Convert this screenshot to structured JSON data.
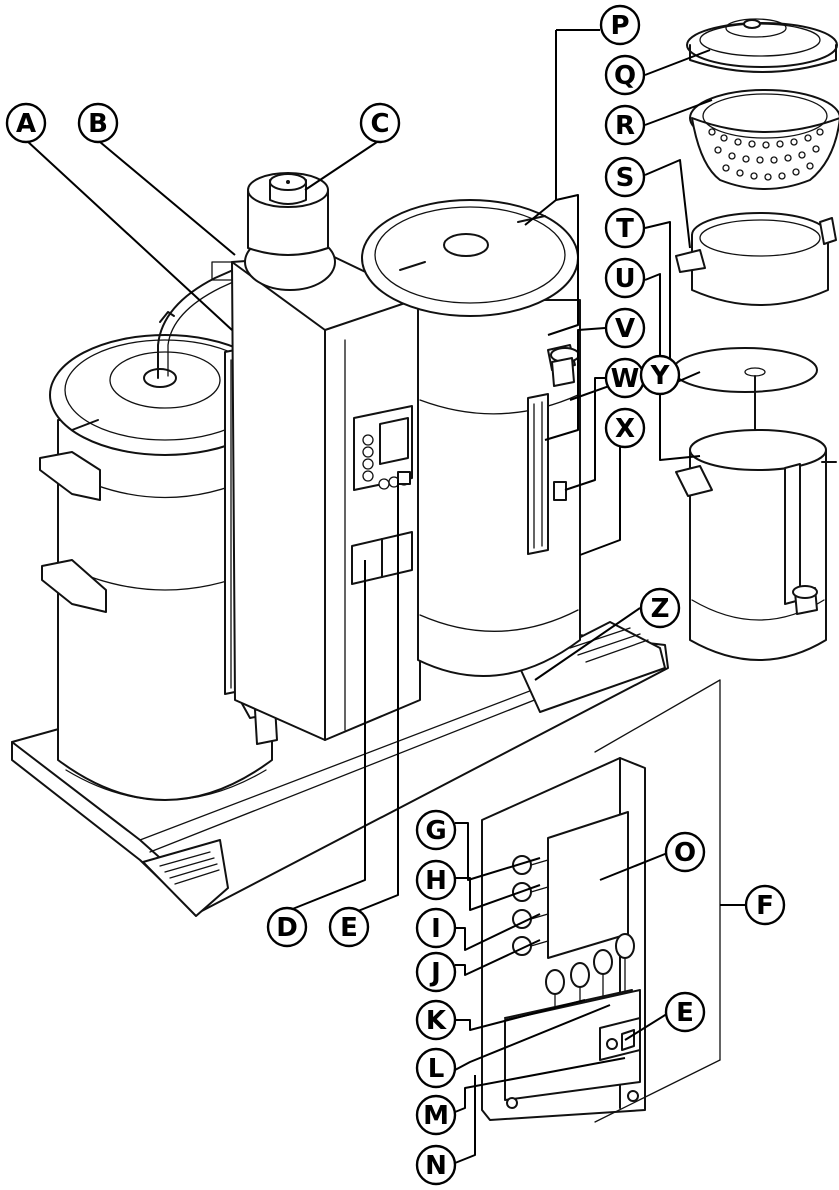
{
  "callouts": {
    "A": "A",
    "B": "B",
    "C": "C",
    "D": "D",
    "E1": "E",
    "E2": "E",
    "F": "F",
    "G": "G",
    "H": "H",
    "I": "I",
    "J": "J",
    "K": "K",
    "L": "L",
    "M": "M",
    "N": "N",
    "O": "O",
    "P": "P",
    "Q": "Q",
    "R": "R",
    "S": "S",
    "T": "T",
    "U": "U",
    "V": "V",
    "W": "W",
    "X": "X",
    "Y": "Y",
    "Z": "Z"
  }
}
